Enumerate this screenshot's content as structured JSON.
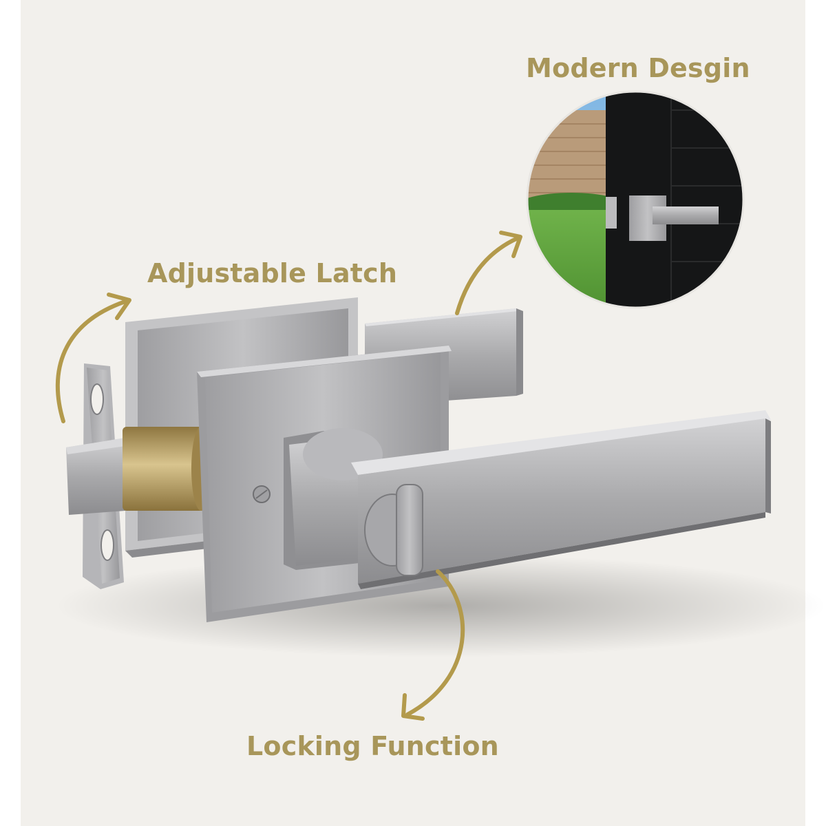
{
  "colors": {
    "background": "#f2f0ec",
    "label_gold": "#a8965a",
    "arrow_gold": "#b39a4c",
    "satin_nickel": "#a9a9ab",
    "brass_core": "#b89a5a",
    "door_black": "#151617"
  },
  "labels": {
    "modern_design": "Modern Desgin",
    "adjustable_latch": "Adjustable Latch",
    "locking_function": "Locking Function"
  },
  "icons": {
    "arrow": "curved-arrow-icon"
  }
}
